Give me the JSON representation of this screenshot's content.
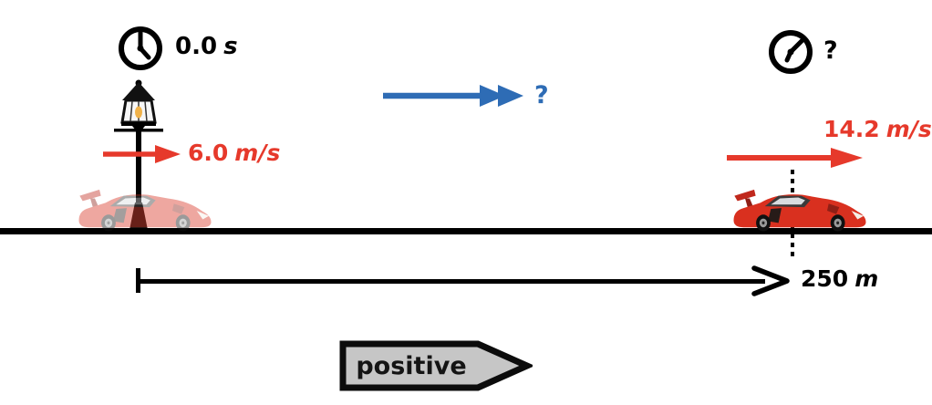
{
  "start_point": {
    "time_value": "0.0",
    "time_unit": "s",
    "speed_value": "6.0",
    "speed_unit": "m/s"
  },
  "end_point": {
    "time_label": "?",
    "speed_value": "14.2",
    "speed_unit": "m/s"
  },
  "relative_velocity_label": "?",
  "distance": {
    "value": "250",
    "unit": "m"
  },
  "direction_label": "positive",
  "icons": {
    "start_clock": "clock-icon",
    "end_clock": "clock-icon",
    "lamppost": "lamppost-icon",
    "start_car": "red-sports-car-faded",
    "end_car": "red-sports-car"
  },
  "colors": {
    "velocity_red": "#e6392b",
    "relative_blue": "#2e6cb5",
    "ground_black": "#000000",
    "direction_gray": "#c6c6c6"
  }
}
